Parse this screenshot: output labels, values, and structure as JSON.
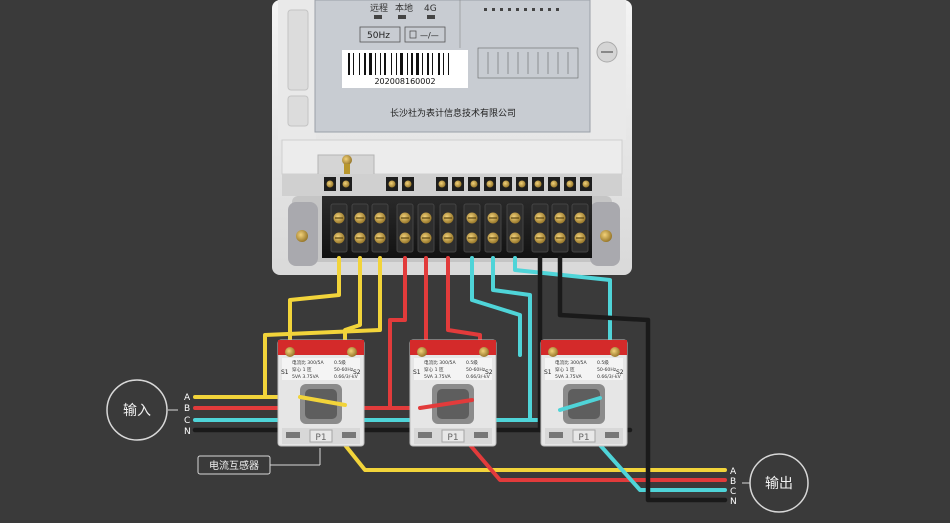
{
  "meter": {
    "status_labels": [
      "远程",
      "本地",
      "4G"
    ],
    "freq_label": "50Hz",
    "pulse_label": "—/—",
    "barcode_number": "202008160002",
    "manufacturer": "长沙社为表计信息技术有限公司"
  },
  "ct_label_text": {
    "line1_left": "电流比 300/5A",
    "line1_right": "0.5级",
    "line2_left": "穿心 1 匝",
    "line2_right": "50-60Hz",
    "line3_left": "5VA 3.75VA",
    "line3_right": "0.66/3/-kV",
    "s1": "S1",
    "s2": "S2",
    "p1": "P1"
  },
  "input": {
    "label": "输入",
    "phases": [
      "A",
      "B",
      "C",
      "N"
    ]
  },
  "output": {
    "label": "输出",
    "phases": [
      "A",
      "B",
      "C",
      "N"
    ]
  },
  "ct_callout": "电流互感器",
  "colors": {
    "background": "#3a3a3a",
    "phase_a": "#f2d43a",
    "phase_b": "#e23b3b",
    "phase_c": "#4fd4d8",
    "neutral": "#1a1a1a",
    "ct_red": "#d42a2a"
  }
}
